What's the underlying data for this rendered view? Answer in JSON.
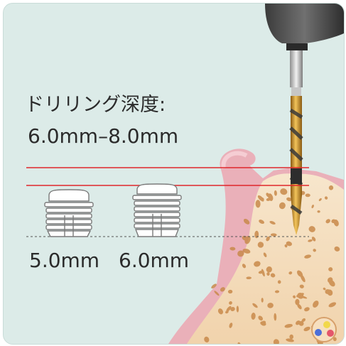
{
  "title": "ドリリング深度:",
  "depth_range": "6.0mm–8.0mm",
  "implants": [
    {
      "length_label": "5.0mm"
    },
    {
      "length_label": "6.0mm"
    }
  ],
  "colors": {
    "panel_bg": "#dcebe8",
    "guide_line": "#e0262b",
    "bone": "#f3d9b8",
    "bone_pore": "#c98a4b",
    "gum": "#f0b7bf",
    "drill_gold": "#d49a2a"
  }
}
